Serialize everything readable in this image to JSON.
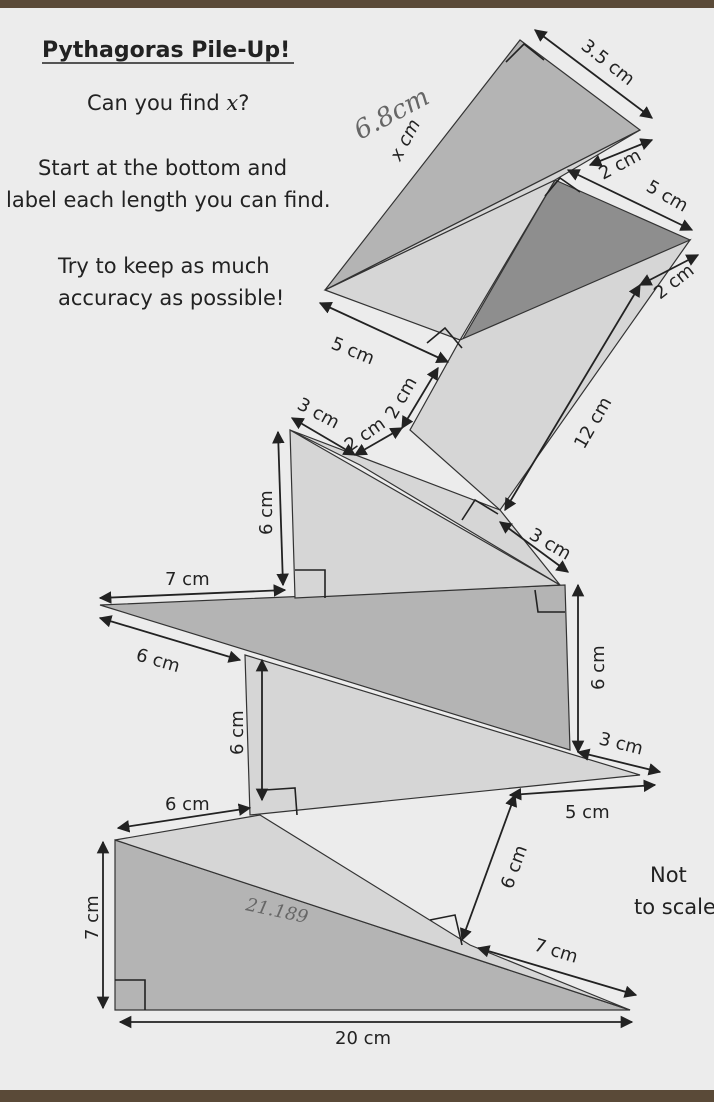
{
  "title": "Pythagoras Pile-Up!",
  "question": "Can you find",
  "question_var": "x",
  "question_mark": "?",
  "instructions": {
    "line1": "Start at the bottom and",
    "line2": "label each length you can find.",
    "line3": "Try to keep as much",
    "line4": "accuracy as possible!"
  },
  "note": {
    "line1": "Not",
    "line2": "to scale"
  },
  "labels": {
    "bottom_base": "20 cm",
    "bottom_height": "7 cm",
    "t2_leg_a": "6 cm",
    "t2_leg_b": "7 cm",
    "t3_top_leg": "6 cm",
    "t3_height": "6 cm",
    "t3_bottom_leg": "5 cm",
    "t4_leg_a": "6 cm",
    "t4_leg_b": "3 cm",
    "t5_top": "7 cm",
    "t5_upper": "6 cm",
    "t6_height": "6 cm",
    "t6_leg": "3 cm",
    "t6_top_left": "3 cm",
    "t7_leg": "2 cm",
    "t7_upper": "2 cm",
    "t8_leg": "5 cm",
    "t8_long": "12 cm",
    "t9_leg": "5 cm",
    "t9_top": "2 cm",
    "t10_leg": "2 cm",
    "t10_top": "3.5 cm",
    "x_label": "x cm"
  },
  "handwritten": {
    "x_answer": "6.8cm",
    "hyp_answer": "21.189"
  },
  "colors": {
    "paper": "#ececec",
    "shade_light": "#d6d6d6",
    "shade_mid": "#b4b4b4",
    "shade_dark": "#8e8e8e",
    "ink": "#222222"
  }
}
